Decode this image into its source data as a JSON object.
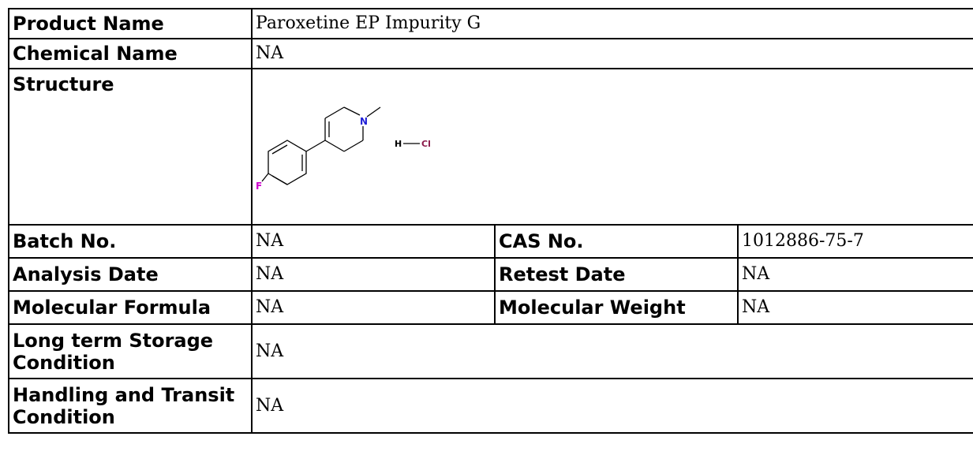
{
  "rows": {
    "product_name": {
      "label": "Product Name",
      "value": "Paroxetine EP Impurity G"
    },
    "chemical_name": {
      "label": "Chemical Name",
      "value": "NA"
    },
    "structure": {
      "label": "Structure",
      "atoms": {
        "nitrogen": "N",
        "fluorine": "F",
        "hydrogen": "H",
        "chlorine": "Cl"
      }
    },
    "batch_no": {
      "label": "Batch No.",
      "value": "NA"
    },
    "cas_no": {
      "label": "CAS No.",
      "value": "1012886-75-7"
    },
    "analysis_date": {
      "label": "Analysis Date",
      "value": "NA"
    },
    "retest_date": {
      "label": "Retest Date",
      "value": "NA"
    },
    "molecular_formula": {
      "label": "Molecular Formula",
      "value": "NA"
    },
    "molecular_weight": {
      "label": "Molecular Weight",
      "value": "NA"
    },
    "storage": {
      "label": "Long term Storage Condition",
      "value": "NA"
    },
    "handling": {
      "label": "Handling and Transit Condition",
      "value": "NA"
    }
  },
  "colors": {
    "nitrogen": "#1f1fd6",
    "fluorine": "#cc00cc",
    "chlorine": "#8b1a4a",
    "bond": "#000000"
  }
}
